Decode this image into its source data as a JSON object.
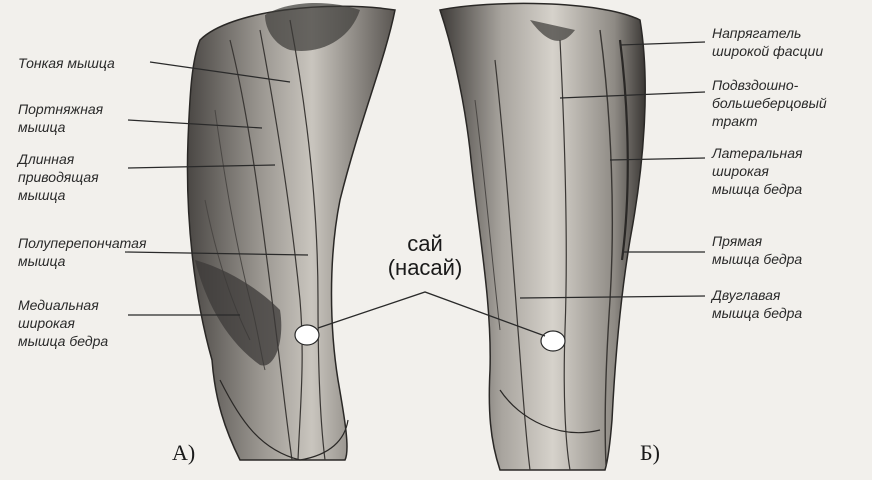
{
  "left_labels": [
    {
      "id": "thin",
      "lines": [
        "Тонкая мышца"
      ]
    },
    {
      "id": "sartorius",
      "lines": [
        "Портняжная",
        "мышца"
      ]
    },
    {
      "id": "adductor",
      "lines": [
        "Длинная",
        "приводящая",
        "мышца"
      ]
    },
    {
      "id": "semimembranosus",
      "lines": [
        "Полуперепончатая",
        "мышца"
      ]
    },
    {
      "id": "vastus_medialis",
      "lines": [
        "Медиальная",
        "широкая",
        "мышца бедра"
      ]
    }
  ],
  "right_labels": [
    {
      "id": "tensor",
      "lines": [
        "Напрягатель",
        "широкой фасции"
      ]
    },
    {
      "id": "it_tract",
      "lines": [
        "Подвздошно-",
        "большеберцовый",
        "тракт"
      ]
    },
    {
      "id": "vastus_lateralis",
      "lines": [
        "Латеральная",
        "широкая",
        "мышца бедра"
      ]
    },
    {
      "id": "rectus",
      "lines": [
        "Прямая",
        "мышца бедра"
      ]
    },
    {
      "id": "biceps",
      "lines": [
        "Двуглавая",
        "мышца бедра"
      ]
    }
  ],
  "center_label": {
    "line1": "сай",
    "line2": "(насай)"
  },
  "panel_labels": {
    "a": "А)",
    "b": "Б)"
  },
  "colors": {
    "background": "#f2f0ec",
    "ink": "#2a2a2a",
    "muscle_dark": "#3c3a38",
    "muscle_mid": "#8a8682",
    "muscle_light": "#d8d4ce"
  }
}
